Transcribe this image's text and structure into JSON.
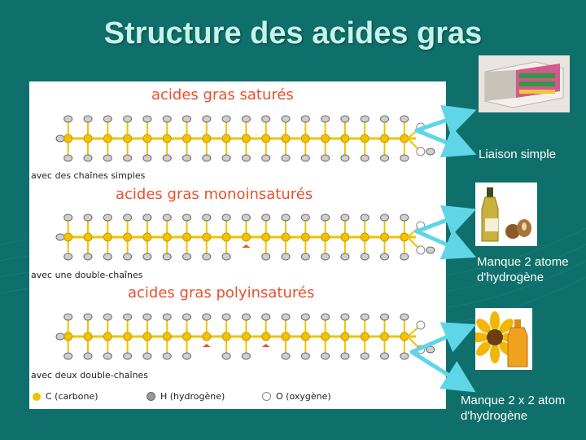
{
  "slide": {
    "title": "Structure des acides gras"
  },
  "panel": {
    "sections": [
      {
        "heading": "acides gras saturés",
        "caption": "avec des chaînes simples",
        "double_bonds": 0
      },
      {
        "heading": "acides gras monoinsaturés",
        "caption": "avec une double-chaînes",
        "double_bonds": 1
      },
      {
        "heading": "acides gras polyinsaturés",
        "caption": "avec deux double-chaînes",
        "double_bonds": 2
      }
    ],
    "legend": {
      "carbon": "C (carbone)",
      "hydrogen": "H (hydrogène)",
      "oxygen": "O (oxygène)"
    }
  },
  "callouts": [
    {
      "line1": "Liaison simple",
      "line2": ""
    },
    {
      "line1": "Manque 2 atome",
      "line2": "d'hydrogène"
    },
    {
      "line1": "Manque 2 x 2 atom",
      "line2": "d'hydrogène"
    }
  ],
  "colors": {
    "background": "#0f6f6b",
    "title": "#c6f3ea",
    "heading": "#e8502c",
    "carbon": "#f2c200",
    "hydrogen": "#9a9a9a",
    "oxygen": "#ffffff",
    "double_bond": "#e8502c",
    "arrow": "#5fd6e8"
  }
}
